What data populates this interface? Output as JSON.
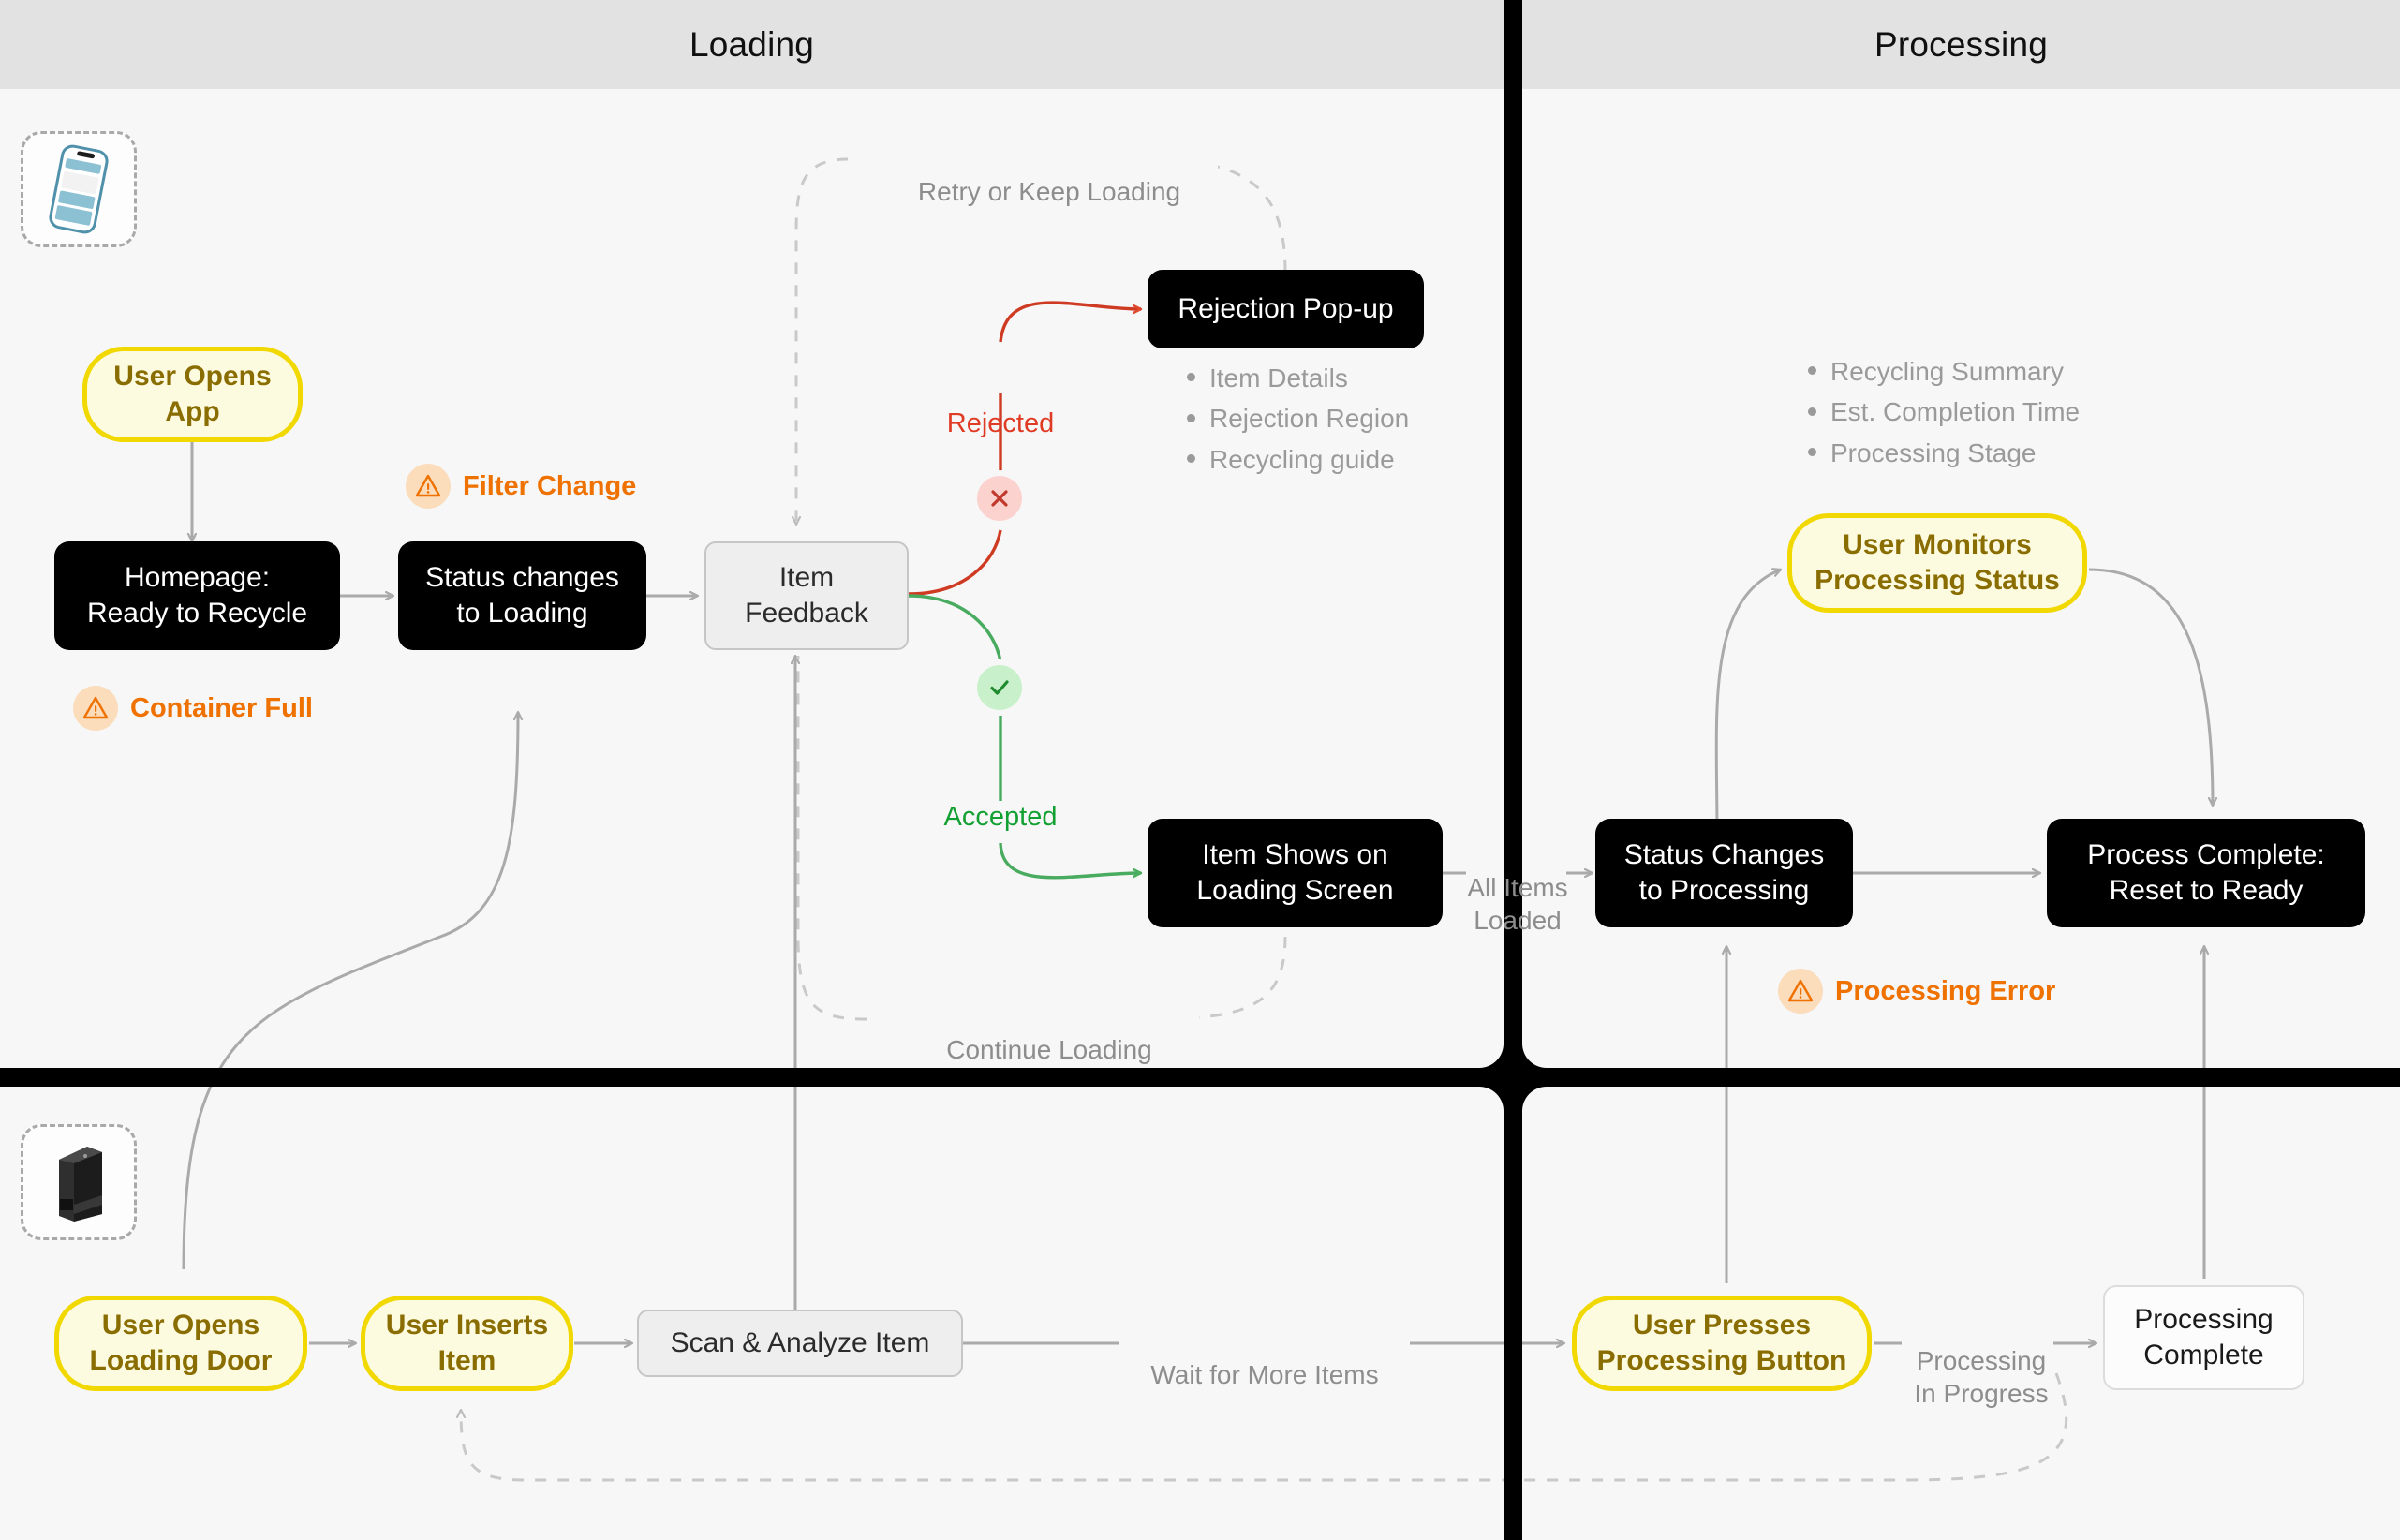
{
  "diagram": {
    "lanes": [
      {
        "id": "loading",
        "title": "Loading"
      },
      {
        "id": "processing",
        "title": "Processing"
      }
    ],
    "actors": [
      {
        "id": "phone-actor",
        "icon": "mobile-phone-icon"
      },
      {
        "id": "machine-actor",
        "icon": "recycling-machine-icon"
      }
    ],
    "nodes": [
      {
        "id": "user-opens-app",
        "label": "User Opens\nApp",
        "style": "yellow"
      },
      {
        "id": "homepage-ready",
        "label": "Homepage:\nReady to Recycle",
        "style": "black"
      },
      {
        "id": "status-loading",
        "label": "Status changes\nto Loading",
        "style": "black"
      },
      {
        "id": "item-feedback",
        "label": "Item\nFeedback",
        "style": "grey"
      },
      {
        "id": "rejection-popup",
        "label": "Rejection Pop-up",
        "style": "black"
      },
      {
        "id": "item-shows-loading",
        "label": "Item Shows on\nLoading Screen",
        "style": "black"
      },
      {
        "id": "user-monitors-status",
        "label": "User Monitors\nProcessing Status",
        "style": "yellow"
      },
      {
        "id": "status-processing",
        "label": "Status Changes\nto Processing",
        "style": "black"
      },
      {
        "id": "process-complete",
        "label": "Process Complete:\nReset to Ready",
        "style": "black"
      },
      {
        "id": "user-opens-door",
        "label": "User Opens\nLoading Door",
        "style": "yellow"
      },
      {
        "id": "user-inserts-item",
        "label": "User Inserts\nItem",
        "style": "yellow"
      },
      {
        "id": "scan-analyze-item",
        "label": "Scan & Analyze Item",
        "style": "grey"
      },
      {
        "id": "user-presses-button",
        "label": "User Presses\nProcessing Button",
        "style": "yellow"
      },
      {
        "id": "processing-complete",
        "label": "Processing\nComplete",
        "style": "white"
      }
    ],
    "edge_labels": [
      {
        "id": "retry-or-keep-loading",
        "text": "Retry or Keep Loading"
      },
      {
        "id": "continue-loading",
        "text": "Continue Loading"
      },
      {
        "id": "rejected",
        "text": "Rejected",
        "color": "#e03b25"
      },
      {
        "id": "accepted",
        "text": "Accepted",
        "color": "#13a032"
      },
      {
        "id": "all-items-loaded",
        "text": "All Items\nLoaded"
      },
      {
        "id": "wait-for-more-items",
        "text": "Wait for More Items"
      },
      {
        "id": "processing-in-progress",
        "text": "Processing\nIn Progress"
      }
    ],
    "alerts": [
      {
        "id": "filter-change",
        "text": "Filter Change",
        "icon": "warning-triangle-icon"
      },
      {
        "id": "container-full",
        "text": "Container Full",
        "icon": "warning-triangle-icon"
      },
      {
        "id": "processing-error",
        "text": "Processing Error",
        "icon": "warning-triangle-icon"
      }
    ],
    "pucks": [
      {
        "id": "reject-puck",
        "icon": "cross-icon",
        "color": "#c0392b"
      },
      {
        "id": "accept-puck",
        "icon": "check-icon",
        "color": "#1f8b2e"
      }
    ],
    "bullet_lists": [
      {
        "id": "rejection-popup-details",
        "items": [
          "Item Details",
          "Rejection Region",
          "Recycling guide"
        ]
      },
      {
        "id": "processing-status-details",
        "items": [
          "Recycling Summary",
          "Est. Completion Time",
          "Processing Stage"
        ]
      }
    ],
    "colors": {
      "lane_background": "#f7f7f7",
      "lane_header": "#e2e2e2",
      "divider": "#000000",
      "node_black": "#000000",
      "node_yellow_fill": "#fcfbdf",
      "node_yellow_border": "#f0d800",
      "node_yellow_text": "#8a6d00",
      "node_grey_fill": "#eeeeee",
      "accent_rejected": "#e03b25",
      "accent_accepted": "#13a032",
      "accent_alert": "#ef7100",
      "edge_default": "#aaaaaa"
    }
  }
}
